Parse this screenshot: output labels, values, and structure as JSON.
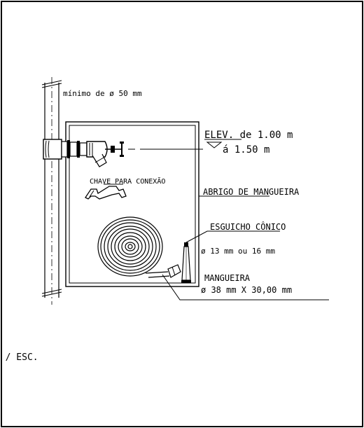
{
  "labels": {
    "pipe_min": "mínimo de ø 50 mm",
    "elev_line1": "ELEV. de 1.00 m",
    "elev_line2": "á 1.50 m",
    "chave": "CHAVE PARA CONEXÃO",
    "abrigo": "ABRIGO DE MANGUEIRA",
    "esguicho": "ESGUICHO CÔNICO",
    "esguicho_dim": "ø 13 mm ou 16 mm",
    "mangueira": "MANGUEIRA",
    "mangueira_dim": "ø 38 mm X 30,00 mm",
    "scale": "S / ESC."
  },
  "colors": {
    "ink": "#000000",
    "paper": "#ffffff"
  }
}
